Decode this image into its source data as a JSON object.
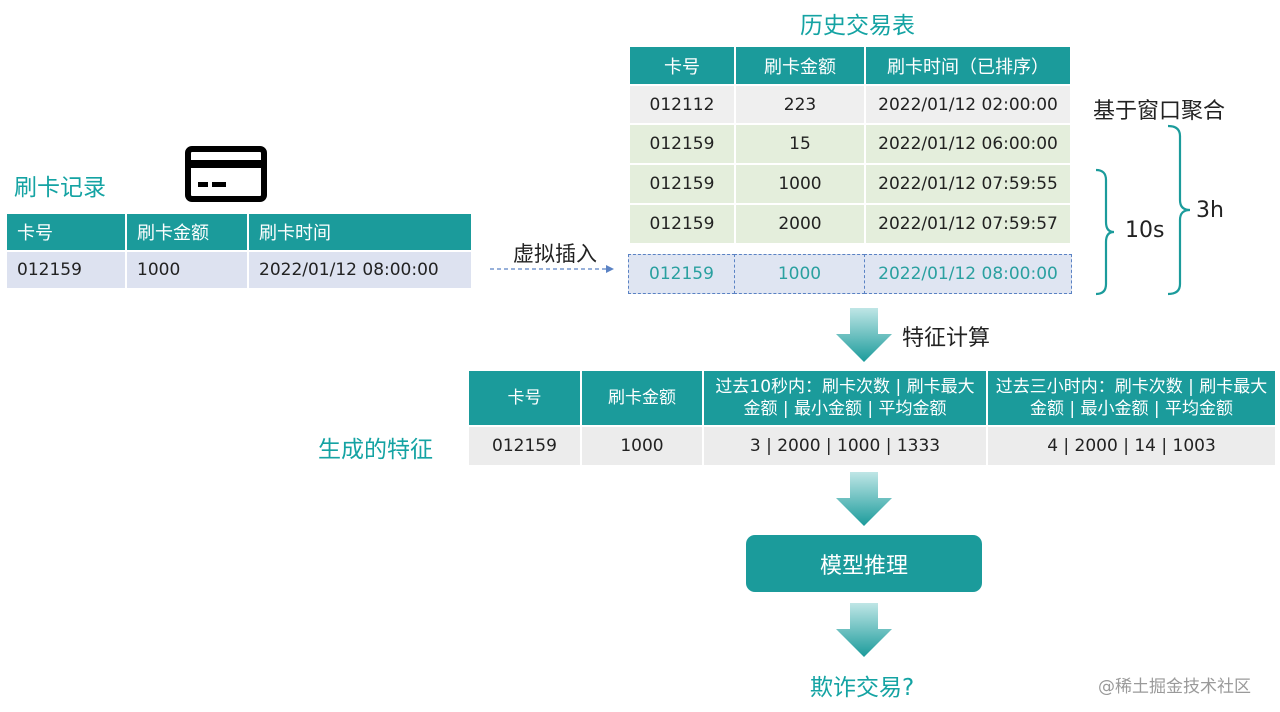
{
  "card_record": {
    "title": "刷卡记录",
    "headers": [
      "卡号",
      "刷卡金额",
      "刷卡时间"
    ],
    "row": [
      "012159",
      "1000",
      "2022/01/12 08:00:00"
    ]
  },
  "history": {
    "title": "历史交易表",
    "headers": [
      "卡号",
      "刷卡金额",
      "刷卡时间（已排序）"
    ],
    "rows": [
      [
        "012112",
        "223",
        "2022/01/12 02:00:00"
      ],
      [
        "012159",
        "15",
        "2022/01/12 06:00:00"
      ],
      [
        "012159",
        "1000",
        "2022/01/12 07:59:55"
      ],
      [
        "012159",
        "2000",
        "2022/01/12 07:59:57"
      ]
    ],
    "virtual_row": [
      "012159",
      "1000",
      "2022/01/12 08:00:00"
    ]
  },
  "labels": {
    "virtual_insert": "虚拟插入",
    "window_agg": "基于窗口聚合",
    "window_10s": "10s",
    "window_3h": "3h",
    "feature_calc": "特征计算",
    "generated_features": "生成的特征",
    "model_inference": "模型推理",
    "fraud": "欺诈交易?",
    "watermark": "@稀土掘金技术社区"
  },
  "features": {
    "headers": [
      "卡号",
      "刷卡金额",
      "过去10秒内：刷卡次数 | 刷卡最大金额  | 最小金额 | 平均金额",
      "过去三小时内：刷卡次数 | 刷卡最大金额 | 最小金额 | 平均金额"
    ],
    "row": [
      "012159",
      "1000",
      "3 | 2000 | 1000 | 1333",
      "4 | 2000 | 14 | 1003"
    ]
  },
  "colors": {
    "teal": "#1b9b9b",
    "accent_text": "#14a3a3",
    "dashed_border": "#5a82c4"
  },
  "icons": {
    "card": "credit-card-icon"
  }
}
